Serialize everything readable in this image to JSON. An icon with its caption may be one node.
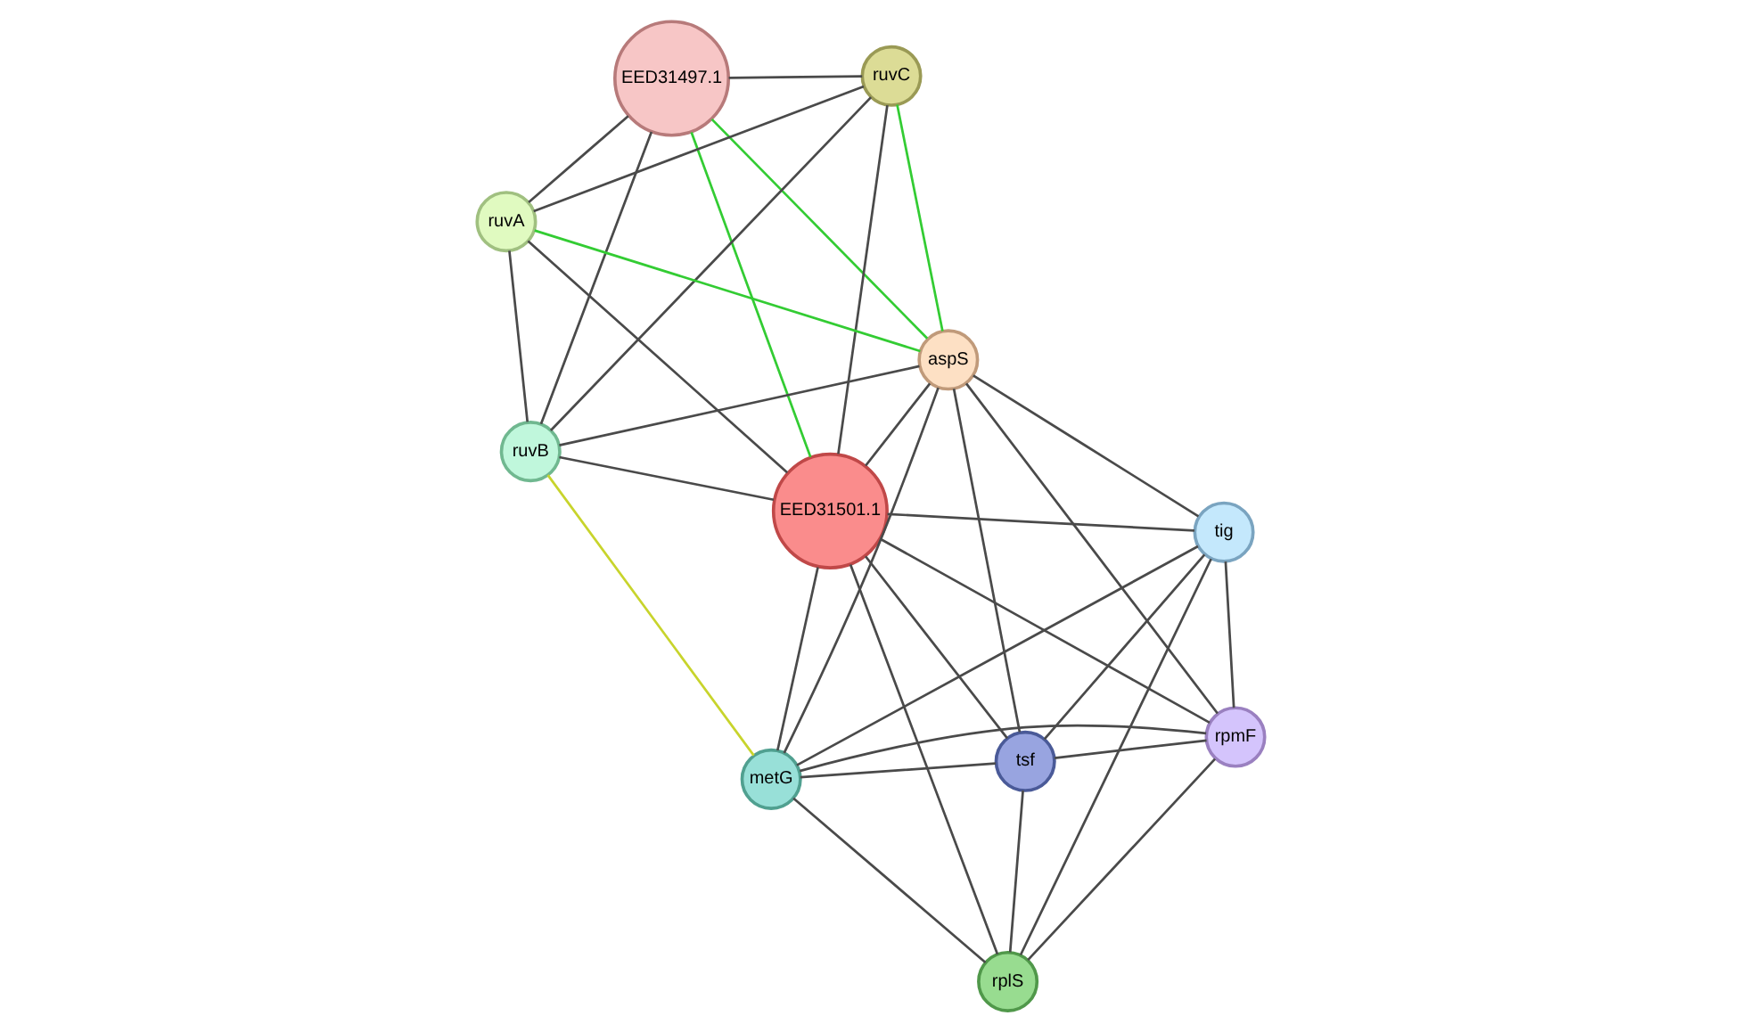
{
  "diagram": {
    "nodes": [
      {
        "text": [
          "EED31497.1"
        ]
      },
      {
        "text": [
          "ruvC"
        ]
      },
      {
        "text": [
          "ruvA"
        ]
      },
      {
        "text": [
          "ruvB"
        ]
      },
      {
        "text": [
          "aspS"
        ]
      },
      {
        "text": [
          "EED31501.1"
        ]
      },
      {
        "text": [
          "metG"
        ]
      },
      {
        "text": [
          "tig"
        ]
      },
      {
        "text": [
          "tsf"
        ]
      },
      {
        "text": [
          "rplS"
        ]
      },
      {
        "text": [
          "rpmF"
        ]
      }
    ],
    "edges": [
      {
        "from": 0,
        "to": 1,
        "arrow": "none"
      },
      {
        "from": 0,
        "to": 3,
        "arrow": "none"
      },
      {
        "from": 0,
        "to": 2,
        "arrow": "none"
      },
      {
        "from": 0,
        "to": 4,
        "arrow": "none",
        "color": "#33cc33"
      },
      {
        "from": 0,
        "to": 5,
        "arrow": "none",
        "color": "#33cc33"
      },
      {
        "from": 1,
        "to": 2,
        "arrow": "none"
      },
      {
        "from": 1,
        "to": 3,
        "arrow": "none"
      },
      {
        "from": 1,
        "to": 5,
        "arrow": "none"
      },
      {
        "from": 1,
        "to": 4,
        "arrow": "none",
        "color": "#33cc33"
      },
      {
        "from": 2,
        "to": 3,
        "arrow": "none"
      },
      {
        "from": 2,
        "to": 5,
        "arrow": "none"
      },
      {
        "from": 2,
        "to": 4,
        "arrow": "none",
        "color": "#33cc33"
      },
      {
        "from": 3,
        "to": 5,
        "arrow": "none"
      },
      {
        "from": 3,
        "to": 4,
        "arrow": "none"
      },
      {
        "from": 3,
        "to": 6,
        "arrow": "none",
        "color": "#c8d42c"
      },
      {
        "from": 4,
        "to": 5,
        "arrow": "none"
      },
      {
        "from": 4,
        "to": 6,
        "arrow": "none"
      },
      {
        "from": 4,
        "to": 8,
        "arrow": "none"
      },
      {
        "from": 4,
        "to": 7,
        "arrow": "none"
      },
      {
        "from": 4,
        "to": 10,
        "arrow": "none"
      },
      {
        "from": 5,
        "to": 6,
        "arrow": "none"
      },
      {
        "from": 5,
        "to": 7,
        "arrow": "none"
      },
      {
        "from": 5,
        "to": 8,
        "arrow": "none"
      },
      {
        "from": 5,
        "to": 9,
        "arrow": "none"
      },
      {
        "from": 5,
        "to": 10,
        "arrow": "none"
      },
      {
        "from": 6,
        "to": 7,
        "arrow": "none"
      },
      {
        "from": 6,
        "to": 8,
        "arrow": "none"
      },
      {
        "from": 6,
        "to": 9,
        "arrow": "none"
      },
      {
        "from": 6,
        "to": 10,
        "arrow": "none"
      },
      {
        "from": 7,
        "to": 8,
        "arrow": "none"
      },
      {
        "from": 7,
        "to": 9,
        "arrow": "none"
      },
      {
        "from": 7,
        "to": 10,
        "arrow": "none"
      },
      {
        "from": 8,
        "to": 9,
        "arrow": "none"
      },
      {
        "from": 8,
        "to": 10,
        "arrow": "none"
      },
      {
        "from": 9,
        "to": 10,
        "arrow": "none"
      }
    ]
  }
}
